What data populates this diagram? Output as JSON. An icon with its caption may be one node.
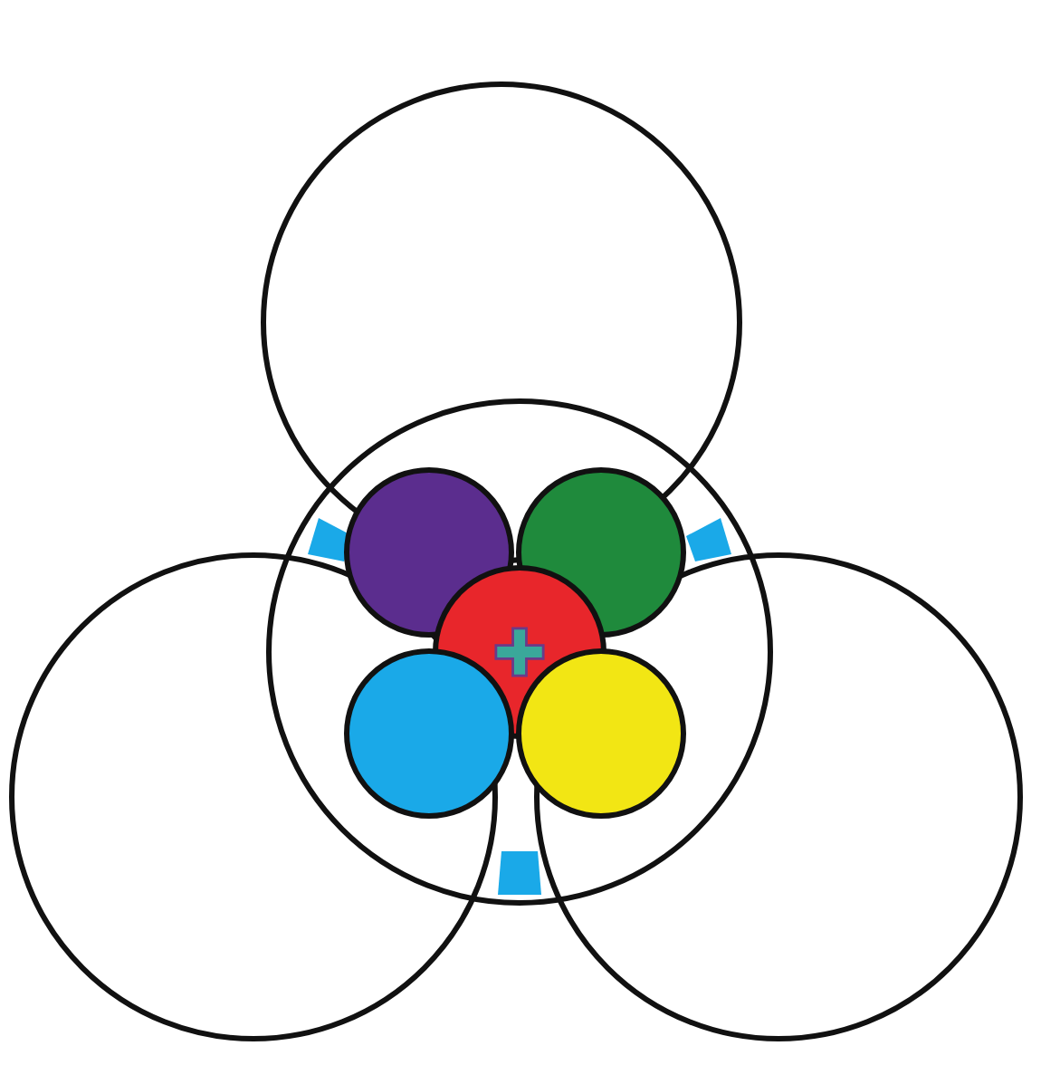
{
  "diagram": {
    "nodes": [
      {
        "text": [],
        "shape": "circle"
      },
      {
        "text": [],
        "shape": "circle"
      },
      {
        "text": [],
        "shape": "circle",
        "in": 1
      },
      {
        "text": [],
        "shape": "circle",
        "in": 1
      },
      {
        "text": [],
        "shape": "circle",
        "in": 1
      },
      {
        "text": [],
        "shape": "circle",
        "in": 1
      },
      {
        "text": [],
        "shape": "circle",
        "in": 1
      },
      {
        "text": [],
        "shape": "circle"
      },
      {
        "text": [],
        "shape": "circle"
      }
    ]
  }
}
